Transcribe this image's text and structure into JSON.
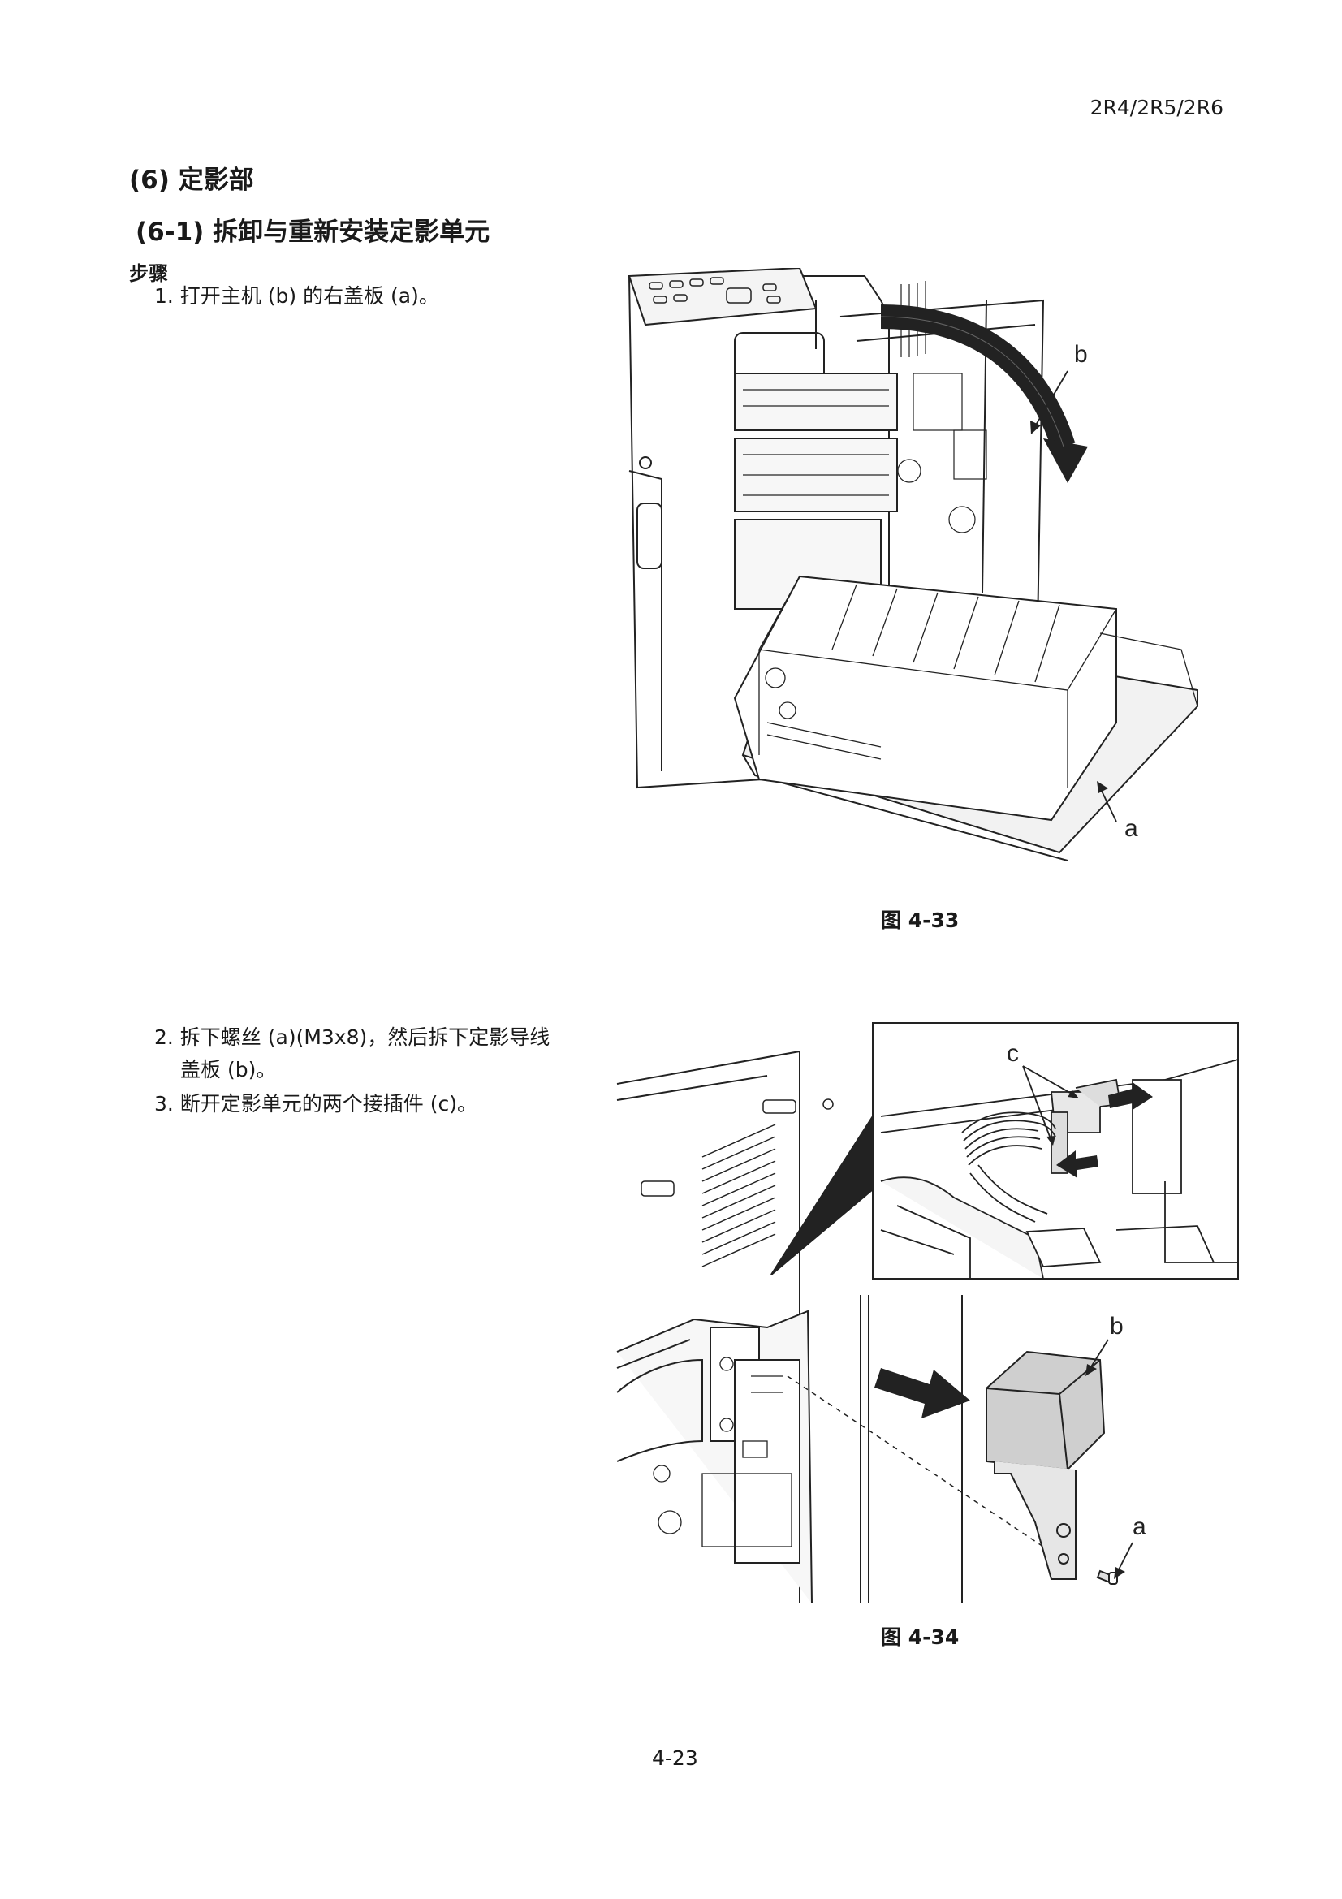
{
  "header": {
    "model": "2R4/2R5/2R6"
  },
  "section": {
    "title": "(6) 定影部",
    "subtitle": "(6-1) 拆卸与重新安装定影单元",
    "procedure_label": "步骤"
  },
  "steps": [
    {
      "text": "1. 打开主机 (b) 的右盖板 (a)。"
    },
    {
      "line1": "2. 拆下螺丝 (a)(M3x8)，然后拆下定影导线",
      "line2": "盖板 (b)。"
    },
    {
      "text": "3. 断开定影单元的两个接插件 (c)。"
    }
  ],
  "figures": [
    {
      "caption": "图 4-33",
      "labels": {
        "a": "a",
        "b": "b"
      }
    },
    {
      "caption": "图 4-34",
      "labels": {
        "a": "a",
        "b": "b",
        "c": "c"
      }
    }
  ],
  "footer": {
    "page_number": "4-23"
  }
}
